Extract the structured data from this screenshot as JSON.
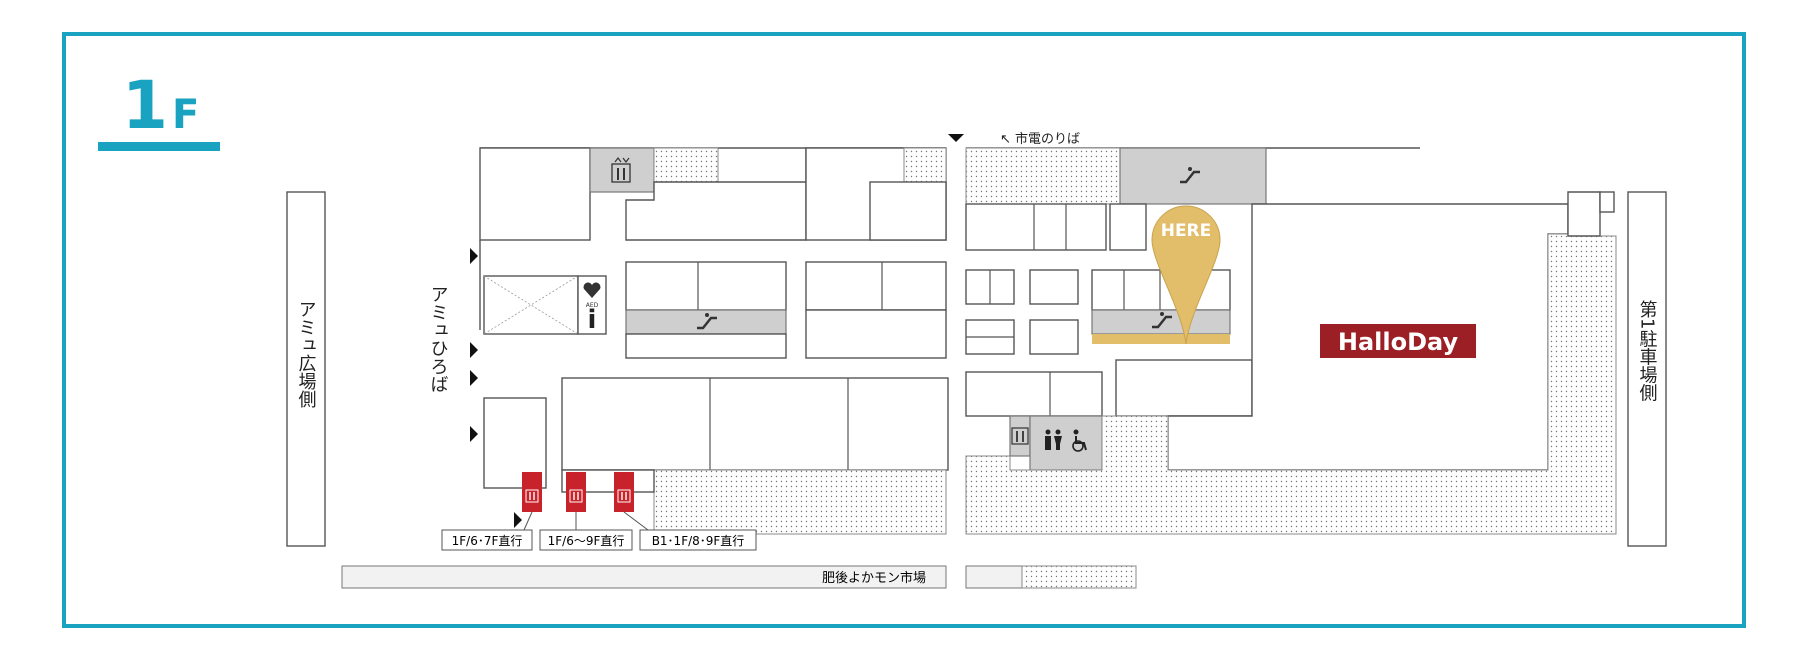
{
  "floor": {
    "number": "1",
    "unit": "F"
  },
  "labels": {
    "amu_plaza_side": "アミュ広場側",
    "amu_hiroba": "アミュひろば",
    "parking_side": "第1駐車場側",
    "streetcar": "↖ 市電のりば",
    "market": "肥後よかモン市場",
    "here": "HERE",
    "halloday": "HalloDay",
    "aed": "AED",
    "info": "i"
  },
  "elevators": {
    "e1": "1F/6･7F直行",
    "e2": "1F/6〜9F直行",
    "e3": "B1･1F/8･9F直行"
  },
  "colors": {
    "frame": "#1aa3c0",
    "here_pin": "#e3be6a",
    "halloday": "#9b1f24",
    "elevator_red": "#c8222a"
  },
  "icons": [
    "elevator-icon",
    "escalator-icon",
    "restroom-icon",
    "wheelchair-icon",
    "aed-icon",
    "info-icon",
    "entrance-arrow-icon",
    "location-pin-icon"
  ]
}
